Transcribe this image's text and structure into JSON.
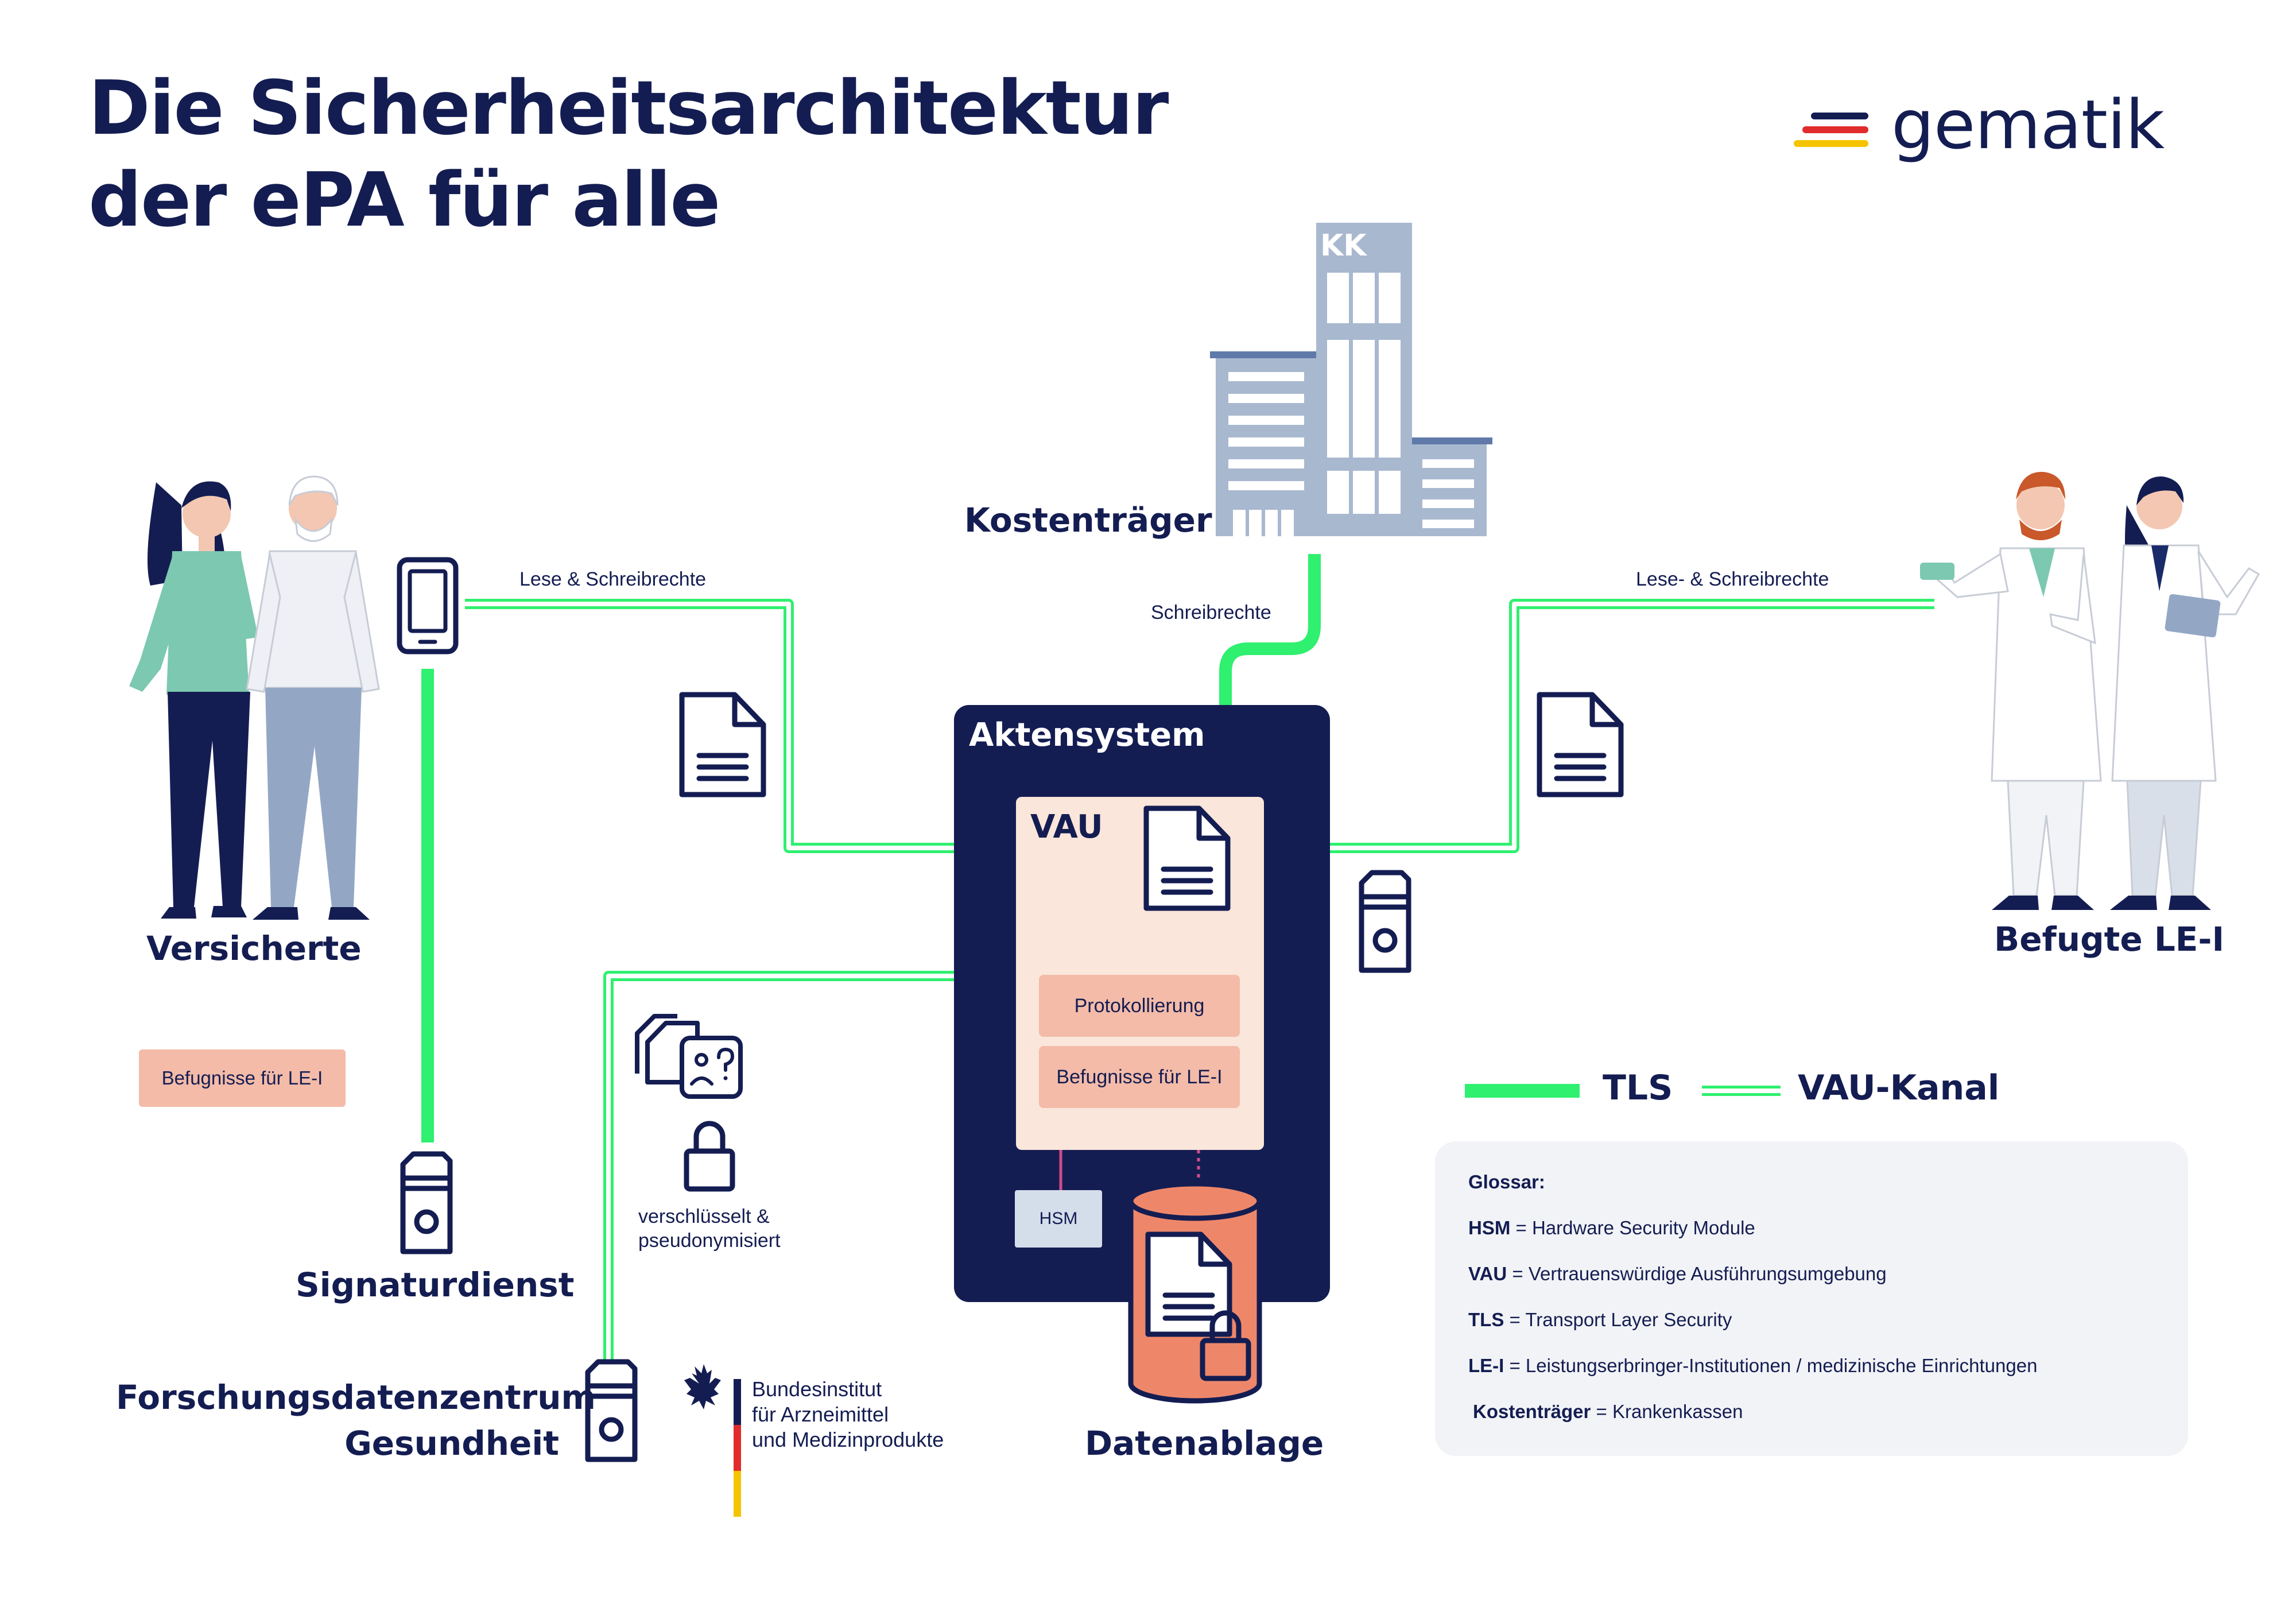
{
  "title": {
    "line1": "Die Sicherheitsarchitektur",
    "line2": "der ePA für alle"
  },
  "logo": {
    "text": "gematik",
    "icon": "german-flag-stripes-icon"
  },
  "actors": {
    "versicherte": "Versicherte",
    "kostentraeger": "Kostenträger",
    "kostentraeger_building_sign": "KK",
    "befugte": "Befugte LE-I",
    "signaturdienst": "Signaturdienst",
    "fdz_line1": "Forschungsdatenzentrum",
    "fdz_line2": "Gesundheit",
    "datenablage": "Datenablage"
  },
  "channels": {
    "versicherte_rights": "Lese & Schreibrechte",
    "kostentraeger_rights": "Schreibrechte",
    "befugte_rights": "Lese- & Schreibrechte"
  },
  "versicherte_box": "Befugnisse für LE-I",
  "aktensystem": {
    "title": "Aktensystem",
    "vau_title": "VAU",
    "items": [
      "Protokollierung",
      "Befugnisse für LE-I"
    ],
    "hsm": "HSM"
  },
  "encrypted_note": {
    "line1": "verschlüsselt &",
    "line2": "pseudonymisiert"
  },
  "bfarm": {
    "line1": "Bundesinstitut",
    "line2": "für Arzneimittel",
    "line3": "und Medizinprodukte"
  },
  "legend": {
    "tls": "TLS",
    "vau_kanal": "VAU-Kanal"
  },
  "glossary": {
    "title": "Glossar:",
    "entries": [
      {
        "term": "HSM",
        "definition": " = Hardware Security Module"
      },
      {
        "term": "VAU",
        "definition": " = Vertrauenswürdige Ausführungsumgebung"
      },
      {
        "term": "TLS",
        "definition": " = Transport Layer Security"
      },
      {
        "term": "LE-I",
        "definition": " = Leistungserbringer-Institutionen / medizinische Einrichtungen"
      },
      {
        "term": "Kostenträger",
        "definition": "  = Krankenkassen"
      }
    ]
  },
  "colors": {
    "navy": "#141d52",
    "tls_green": "#2ff06f",
    "vau_panel": "#fae6da",
    "pink_box": "#f3bba8",
    "datenablage": "#ee876a",
    "building": "#a8b8cf",
    "glossary_bg": "#f2f3f6"
  }
}
